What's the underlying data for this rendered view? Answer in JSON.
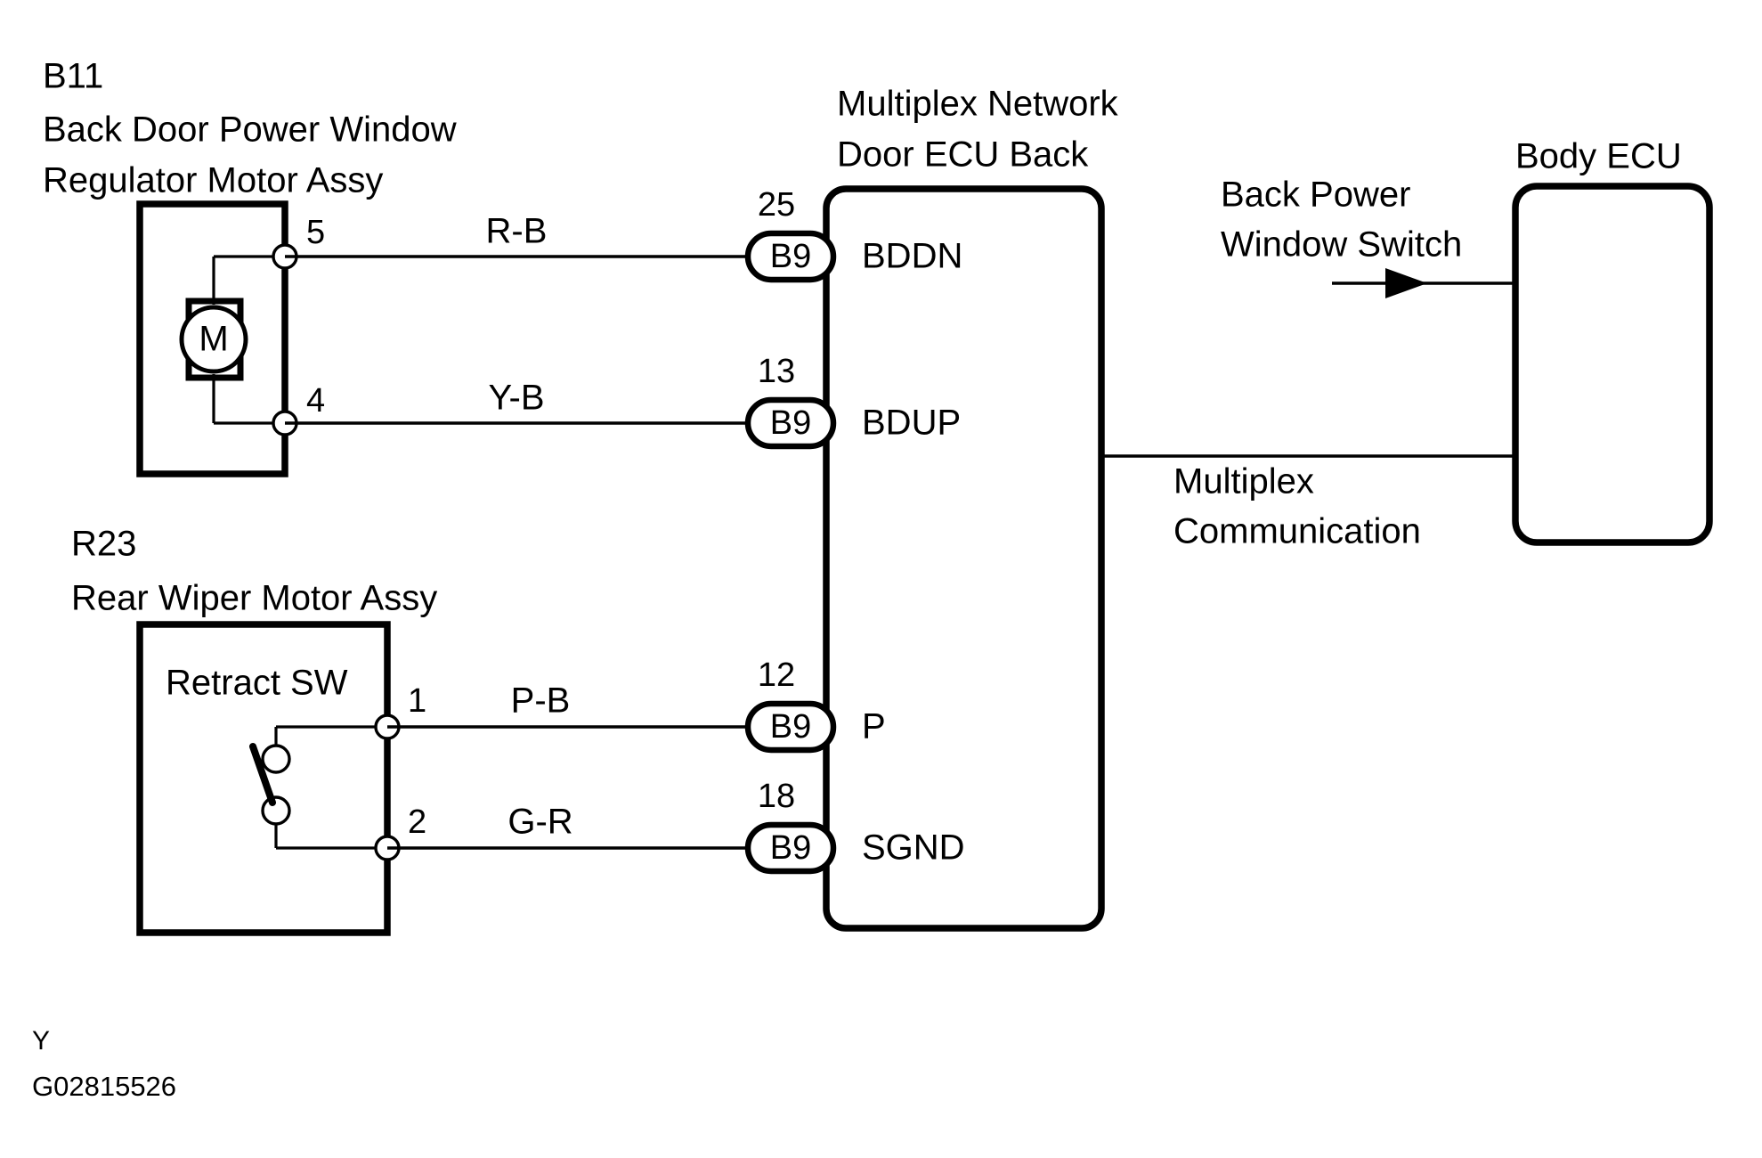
{
  "diagram": {
    "figure_code": "G02815526",
    "figure_letter": "Y",
    "components": {
      "back_door_motor": {
        "ref": "B11",
        "name_line1": "Back Door Power Window",
        "name_line2": "Regulator Motor Assy",
        "symbol_label": "M",
        "pins": [
          {
            "number": "5",
            "wire_color": "R-B"
          },
          {
            "number": "4",
            "wire_color": "Y-B"
          }
        ]
      },
      "rear_wiper_motor": {
        "ref": "R23",
        "name_line1": "Rear Wiper Motor Assy",
        "inner_label": "Retract SW",
        "pins": [
          {
            "number": "1",
            "wire_color": "P-B"
          },
          {
            "number": "2",
            "wire_color": "G-R"
          }
        ]
      },
      "door_ecu": {
        "title_line1": "Multiplex Network",
        "title_line2": "Door ECU Back",
        "terminals": [
          {
            "pin": "25",
            "connector": "B9",
            "signal": "BDDN"
          },
          {
            "pin": "13",
            "connector": "B9",
            "signal": "BDUP"
          },
          {
            "pin": "12",
            "connector": "B9",
            "signal": "P"
          },
          {
            "pin": "18",
            "connector": "B9",
            "signal": "SGND"
          }
        ]
      },
      "body_ecu": {
        "title": "Body ECU"
      }
    },
    "annotations": {
      "back_power_window_switch_line1": "Back Power",
      "back_power_window_switch_line2": "Window Switch",
      "multiplex_line1": "Multiplex",
      "multiplex_line2": "Communication"
    },
    "colors": {
      "line": "#000000",
      "background": "#ffffff"
    }
  }
}
